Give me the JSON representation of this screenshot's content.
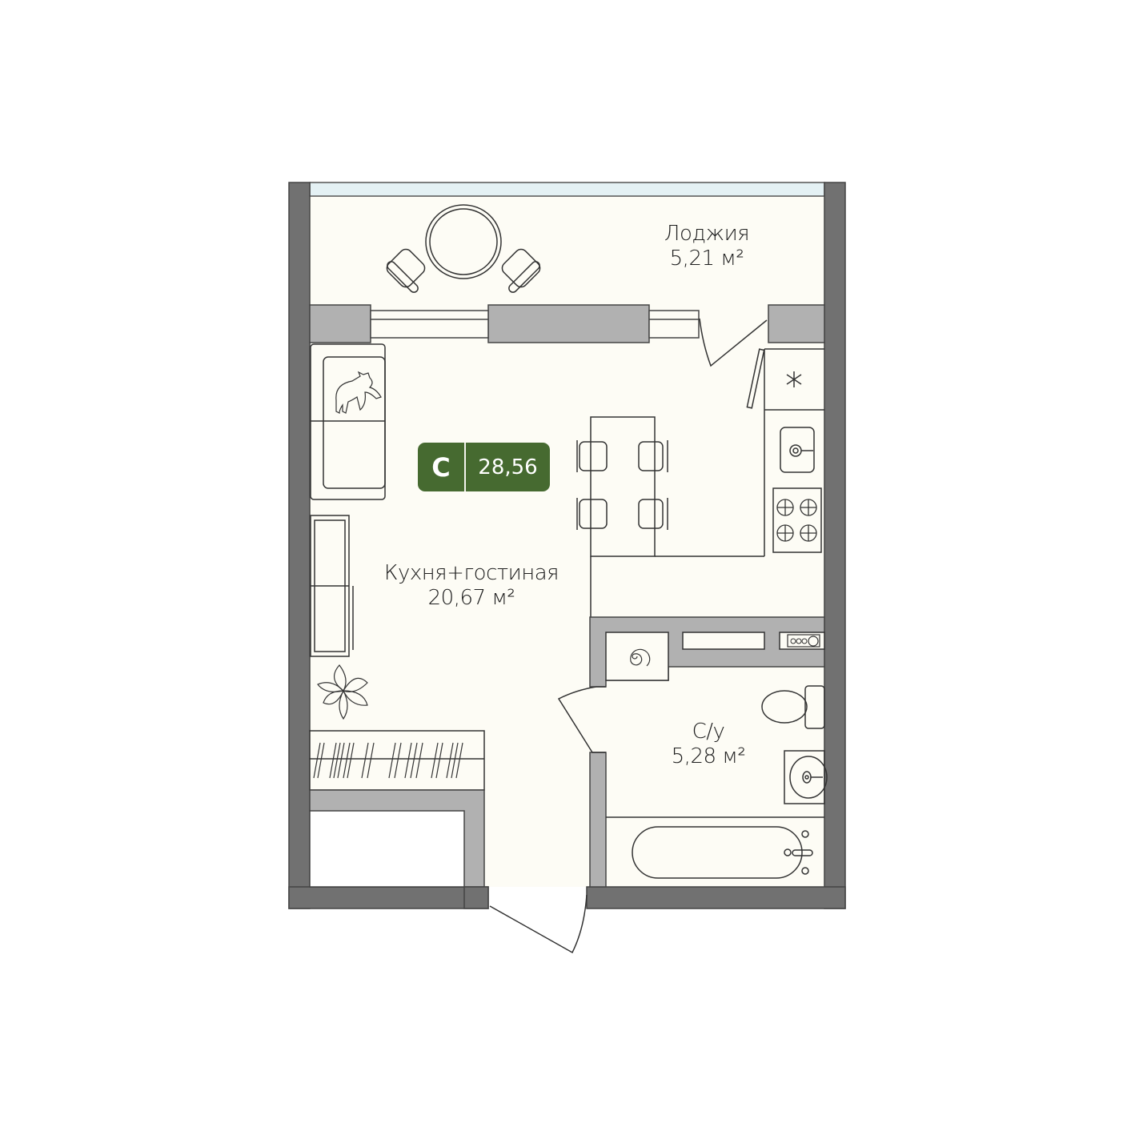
{
  "apartment": {
    "type_label": "С",
    "total_area": "28,56",
    "badge_color": "#466a30"
  },
  "rooms": [
    {
      "name": "Лоджия",
      "area": "5,21 м²"
    },
    {
      "name": "Кухня+гостиная",
      "area": "20,67 м²"
    },
    {
      "name": "С/у",
      "area": "5,28 м²"
    }
  ],
  "colors": {
    "outer_wall": "#717171",
    "inner_wall": "#b1b1b1",
    "floor": "#fdfcf5",
    "window": "#e4f1f4",
    "badge": "#466a30"
  }
}
